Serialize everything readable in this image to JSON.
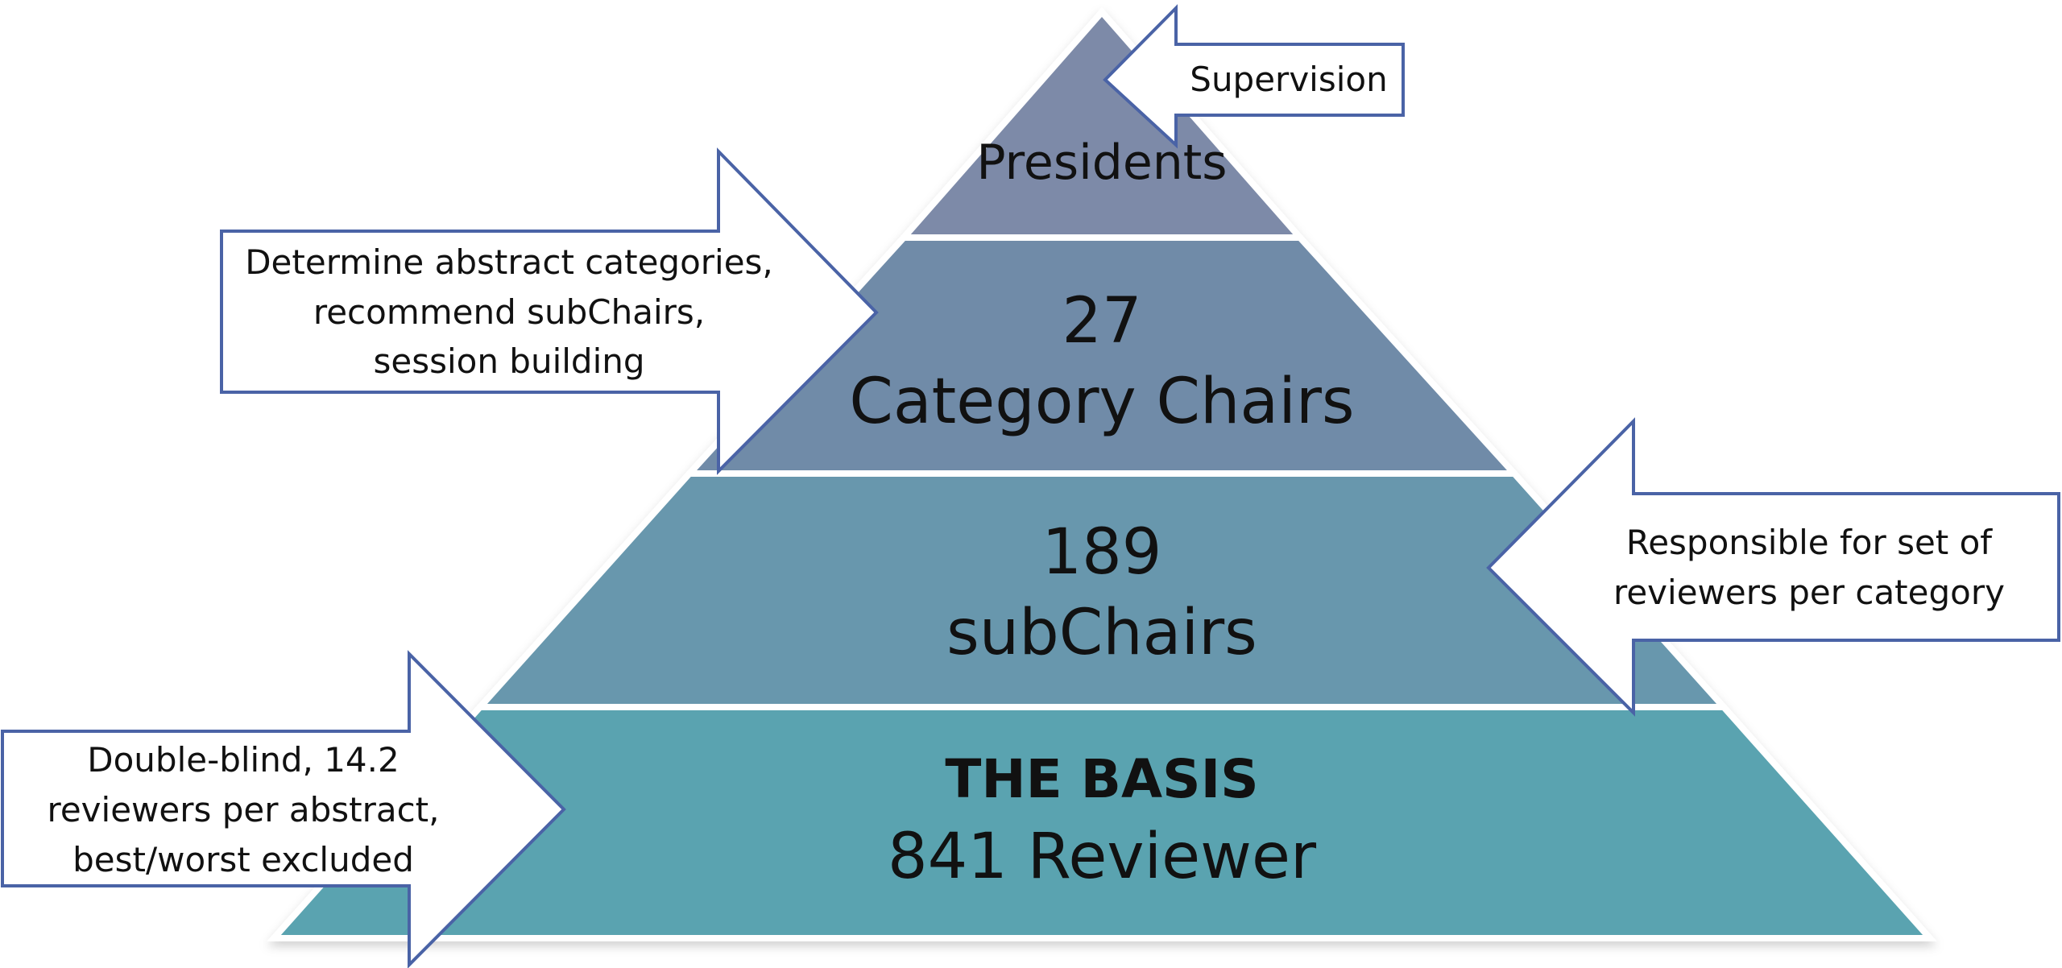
{
  "pyramid": {
    "tiers": [
      {
        "id": "presidents",
        "lines": [
          "Presidents"
        ],
        "color": "#7d8aa8"
      },
      {
        "id": "category-chairs",
        "lines": [
          "27",
          "Category Chairs"
        ],
        "color": "#6f8ba8"
      },
      {
        "id": "subchairs",
        "lines": [
          "189",
          "subChairs"
        ],
        "color": "#6797ad"
      },
      {
        "id": "basis",
        "lines": [
          "THE BASIS",
          "841 Reviewer"
        ],
        "color": "#5aa3b0"
      }
    ]
  },
  "callouts": {
    "supervision": {
      "lines": [
        "Supervision"
      ]
    },
    "category_chairs": {
      "lines": [
        "Determine abstract categories,",
        "recommend subChairs,",
        "session building"
      ]
    },
    "subchairs": {
      "lines": [
        "Responsible for set of",
        "reviewers per category"
      ]
    },
    "basis": {
      "lines": [
        "Double-blind, 14.2",
        "reviewers per abstract,",
        "best/worst excluded"
      ]
    }
  },
  "colors": {
    "arrow_border": "#4a63a6",
    "tier_separator": "#ffffff",
    "text": "#111111"
  }
}
